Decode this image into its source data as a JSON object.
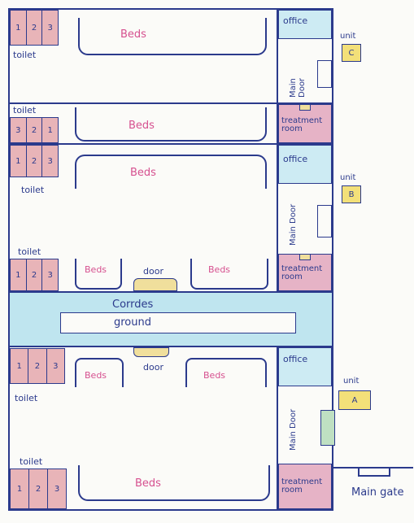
{
  "labels": {
    "beds": "Beds",
    "toilet": "toilet",
    "office": "office",
    "treatment_room": "treatment room",
    "main_door": "Main Door",
    "unit": "unit",
    "door": "door",
    "corridor": "Corrdes",
    "ground": "ground",
    "main_gate": "Main gate"
  },
  "units": {
    "c": "C",
    "b": "B",
    "a": "A"
  },
  "toilet_numbers": {
    "one": "1",
    "two": "2",
    "three": "3"
  },
  "colors": {
    "outline": "#2b3a8c",
    "corridor": "#bfe5ef",
    "office": "#cdebf3",
    "treatment": "#e6b3c6",
    "toilet": "#e8b4b8",
    "unit": "#f3e079",
    "door_beige": "#f0df9c",
    "beds_text": "#d6508f"
  }
}
